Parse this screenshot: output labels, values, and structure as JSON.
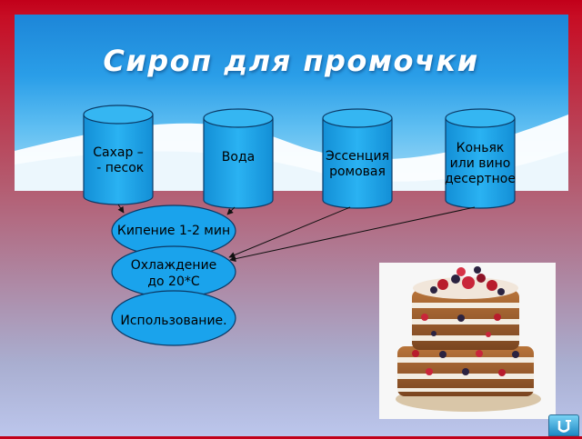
{
  "slide": {
    "title": "Сироп для промочки"
  },
  "ingredients": [
    {
      "line1": "Сахар –",
      "line2": " - песок"
    },
    {
      "line1": "Вода",
      "line2": ""
    },
    {
      "line1": "Эссенция",
      "line2": "ромовая"
    },
    {
      "line1": "Коньяк",
      "line2": "или вино",
      "line3": "десертное"
    }
  ],
  "steps": [
    {
      "line1": "Кипение 1-2 мин",
      "line2": ""
    },
    {
      "line1": "Охлаждение",
      "line2": "до 20*С"
    },
    {
      "line1": "Использование.",
      "line2": ""
    }
  ],
  "colors": {
    "cylinder_fill": "#1aa3ec",
    "cylinder_stroke": "#0b3a66",
    "ellipse_fill": "#1aa3ec",
    "arrow": "#111111"
  },
  "icons": {
    "nav": "return-arrow-icon",
    "image": "layered-cake-photo"
  }
}
